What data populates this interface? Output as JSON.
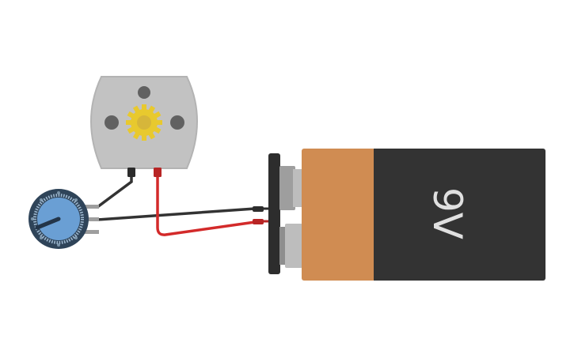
{
  "battery": {
    "label": "9V"
  },
  "components": [
    "dc-motor",
    "potentiometer",
    "9v-battery"
  ],
  "colors": {
    "battery_cap": "#D08C52",
    "battery_body": "#333333",
    "battery_text": "#E0E0E0",
    "motor_body": "#C2C2C2",
    "gear": "#E8C92E",
    "pot_knob": "#6A9FD4",
    "pot_ring": "#2F4459",
    "wire_black": "#333333",
    "wire_red": "#D32A2A"
  }
}
